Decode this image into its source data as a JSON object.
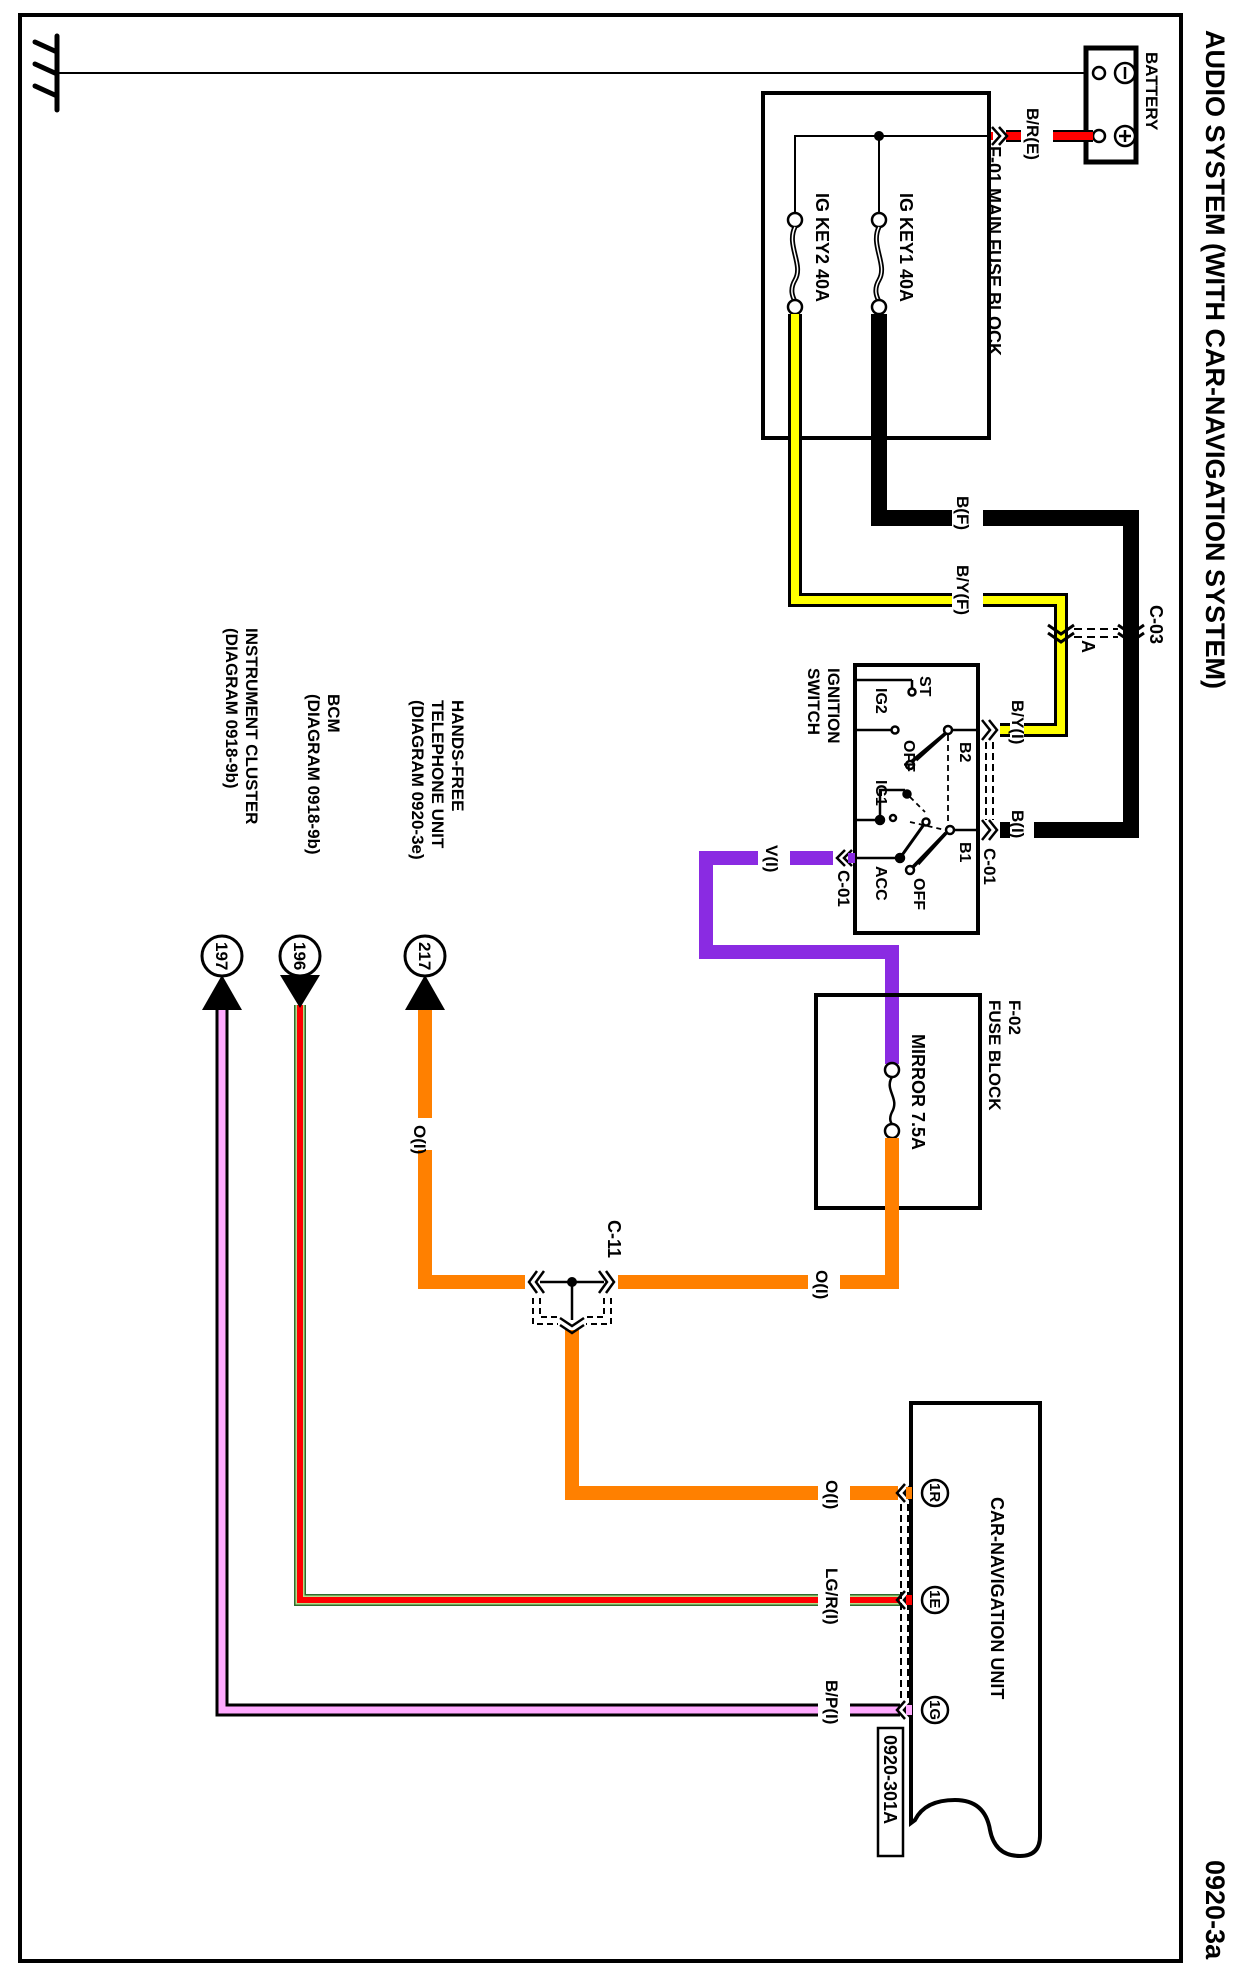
{
  "title": "AUDIO SYSTEM (WITH CAR-NAVIGATION SYSTEM)",
  "page_id": "0920-3a",
  "figure_code": "0920-301A",
  "colors": {
    "black": "#000000",
    "red": "#ff0000",
    "yellow": "#ffff00",
    "violet": "#8a2be2",
    "orange": "#ff8000",
    "pink": "#ffaaff",
    "light_green": "#b5e08a",
    "dark_green": "#2f6b2f"
  },
  "components": {
    "battery": {
      "label": "BATTERY",
      "neg_symbol": "⊖",
      "pos_symbol": "⊕"
    },
    "main_fuse_block": {
      "label": "F-01  MAIN FUSE BLOCK",
      "fuse1": "IG KEY1 40A",
      "fuse2": "IG KEY2 40A"
    },
    "ignition_switch": {
      "label_line1": "IGNITION",
      "label_line2": "SWITCH",
      "terminals": {
        "st": "ST",
        "ig2": "IG2",
        "ig1": "IG1",
        "acc": "ACC",
        "b1": "B1",
        "b2": "B2",
        "off_top": "OFF",
        "off_bottom": "OFF"
      }
    },
    "fuse_block_f02": {
      "label_line1": "F-02",
      "label_line2": "FUSE BLOCK",
      "fuse": "MIRROR 7.5A"
    },
    "car_nav_unit": {
      "label": "CAR-NAVIGATION UNIT",
      "pins": [
        "1R",
        "1E",
        "1G"
      ]
    },
    "hands_free": {
      "line1": "HANDS-FREE",
      "line2": "TELEPHONE UNIT",
      "line3": "(DIAGRAM 0920-3e)",
      "ref": "217"
    },
    "bcm": {
      "line1": "BCM",
      "line2": "(DIAGRAM 0918-9b)",
      "ref": "196"
    },
    "instrument_cluster": {
      "line1": "INSTRUMENT CLUSTER",
      "line2": "(DIAGRAM 0918-9b)",
      "ref": "197"
    }
  },
  "connectors": {
    "c03": "C-03",
    "c03_pin": "A",
    "c01_top": "C-01",
    "c01_bottom": "C-01",
    "c11": "C-11"
  },
  "wires": {
    "br_e": "B/R(E)",
    "b_f": "B(F)",
    "by_f": "B/Y(F)",
    "by_i": "B/Y(I)",
    "b_i": "B(I)",
    "v_i": "V(I)",
    "o_i_top": "O(I)",
    "o_i_left": "O(I)",
    "o_i_nav": "O(I)",
    "lgr_i": "LG/R(I)",
    "bp_i": "B/P(I)"
  }
}
